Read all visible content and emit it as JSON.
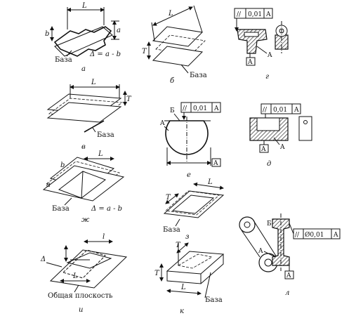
{
  "diagram": {
    "panels": [
      {
        "caption": "а",
        "base_label": "База",
        "dim_L": "L",
        "dim_a": "a",
        "dim_b": "b",
        "formula": "Δ = a - b"
      },
      {
        "caption": "б",
        "base_label": "База",
        "dim_L": "L",
        "dim_T": "T"
      },
      {
        "caption": "г",
        "tol_symbol": "//",
        "tol_value": "0,01",
        "tol_datum": "A",
        "datum_label": "A",
        "surface_label": "A"
      },
      {
        "caption": "в",
        "base_label": "База",
        "dim_L": "L",
        "dim_T": "T"
      },
      {
        "caption": "е",
        "label_B": "Б",
        "label_A": "A",
        "tol_symbol": "//",
        "tol_value": "0,01",
        "tol_datum": "A",
        "datum_label": "A"
      },
      {
        "caption": "д",
        "tol_symbol": "//",
        "tol_value": "0,01",
        "tol_datum": "A",
        "datum_label": "A",
        "surface_label": "A"
      },
      {
        "caption": "ж",
        "base_label": "База",
        "dim_L": "L",
        "dim_a": "a",
        "dim_b": "b",
        "formula": "Δ = a - b"
      },
      {
        "caption": "з",
        "base_label": "База",
        "dim_L": "L",
        "dim_T": "T"
      },
      {
        "caption": "л",
        "label_B": "Б",
        "label_A": "A",
        "tol_symbol": "//",
        "tol_value": "Ø0,01",
        "tol_datum": "A",
        "datum_label": "A"
      },
      {
        "caption": "и",
        "common_plane": "Общая плоскость",
        "dim_L": "L",
        "dim_l": "l",
        "dim_delta": "Δ"
      },
      {
        "caption": "к",
        "base_label": "База",
        "dim_L": "L",
        "dim_T1": "T",
        "dim_T2": "T"
      }
    ]
  }
}
